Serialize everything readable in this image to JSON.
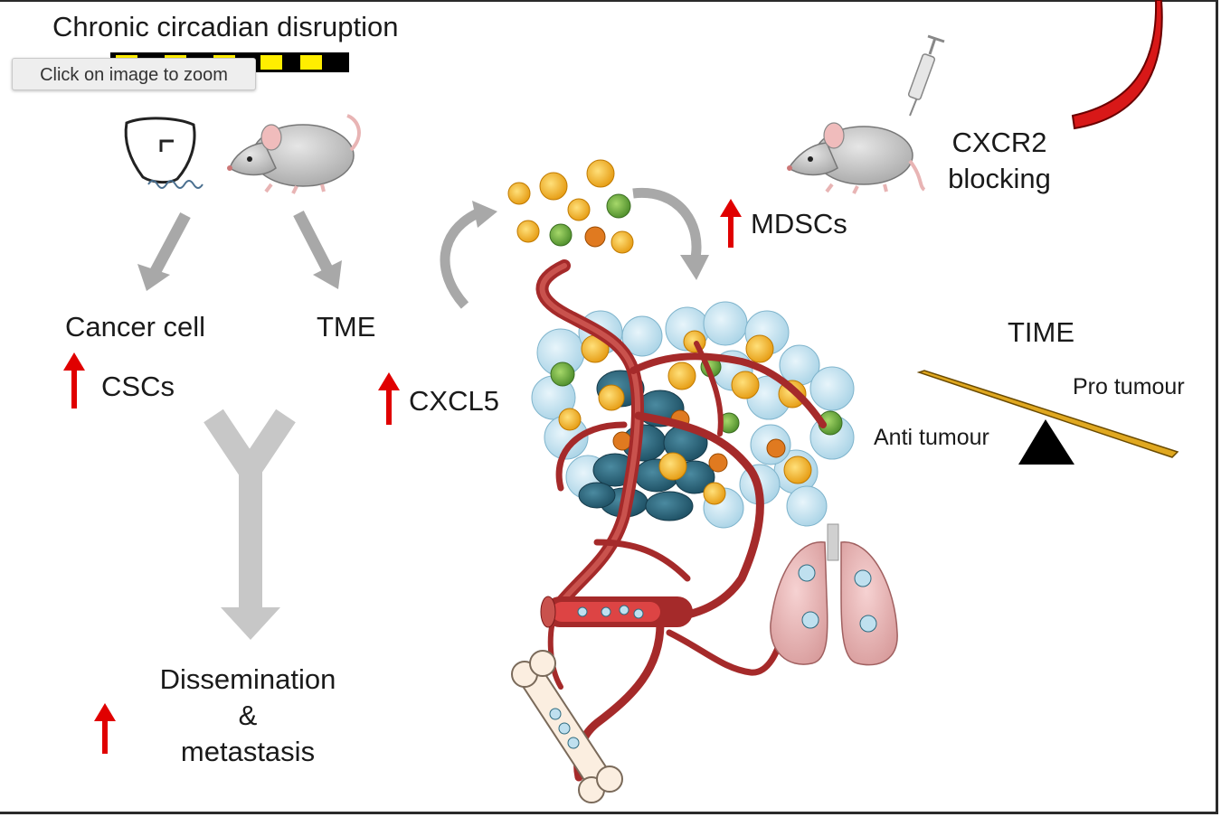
{
  "diagram": {
    "header": "Chronic circadian disruption",
    "left": {
      "cancer_cell": "Cancer cell",
      "tme": "TME",
      "cscs": "CSCs",
      "cxcl5": "CXCL5",
      "outcome_line1": "Dissemination",
      "outcome_line2": "&",
      "outcome_line3": "metastasis"
    },
    "right": {
      "mdscs": "MDSCs",
      "treatment_line1": "CXCR2",
      "treatment_line2": "blocking",
      "time": "TIME",
      "pro": "Pro tumour",
      "anti": "Anti tumour"
    }
  },
  "ui": {
    "tooltip": "Click on image to zoom"
  },
  "colors": {
    "increase_arrow": "#e00000",
    "flow_arrow": "#a8a8a8",
    "vessel": "#a52a2a",
    "tumour_cell": "#2e6b80",
    "normal_cell": "#bfe0ef",
    "mdsc_cell": "#f2b21c",
    "lung": "#e8b4b4",
    "seesaw_bar": "#e0a820",
    "syringe": "#cfcfcf",
    "circadian_light": "#ffee00",
    "circadian_dark": "#000000"
  }
}
